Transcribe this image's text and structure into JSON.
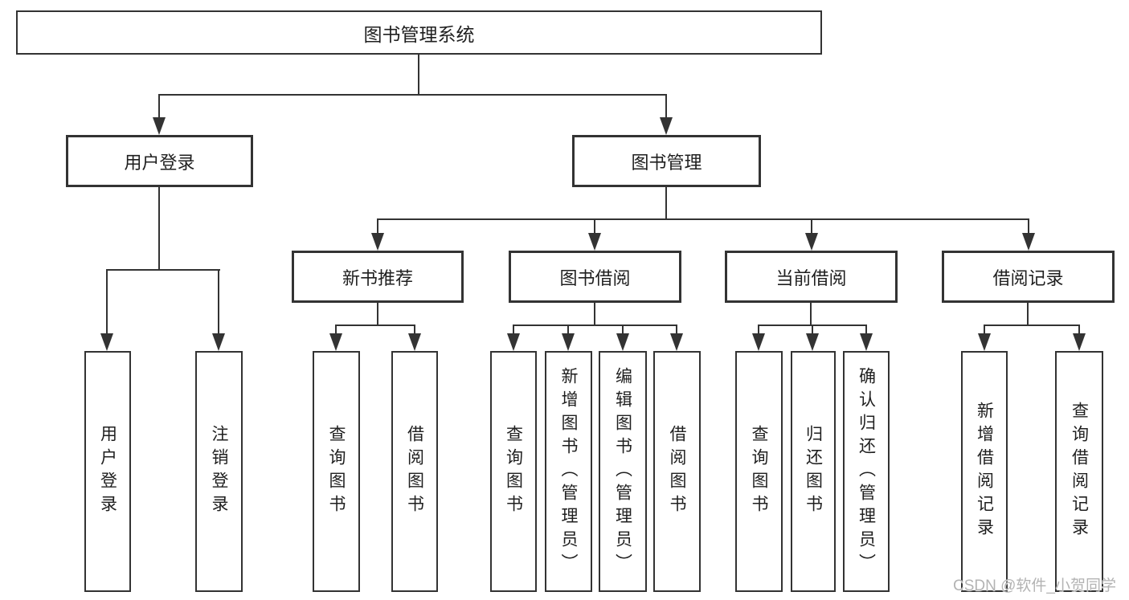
{
  "nodes": {
    "root": "图书管理系统",
    "level2": [
      "用户登录",
      "图书管理"
    ],
    "level3": [
      "新书推荐",
      "图书借阅",
      "当前借阅",
      "借阅记录"
    ]
  },
  "leaves": [
    "用户登录",
    "注销登录",
    "查询图书",
    "借阅图书",
    "查询图书",
    "新增图书（管理员）",
    "编辑图书（管理员）",
    "借阅图书",
    "查询图书",
    "归还图书",
    "确认归还（管理员）",
    "新增借阅记录",
    "查询借阅记录"
  ],
  "watermark": "CSDN @软件_小贺同学",
  "colors": {
    "line": "#333333",
    "text": "#1f1f1f",
    "watermark": "#b3b3b3",
    "background": "#ffffff"
  }
}
